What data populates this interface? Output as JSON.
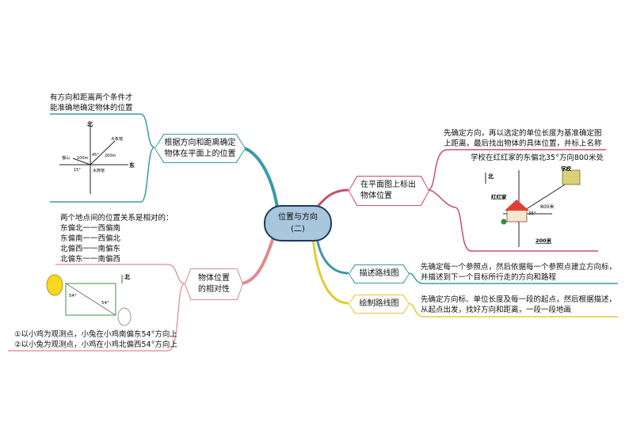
{
  "central": {
    "line1": "位置与方向",
    "line2": "(二)"
  },
  "branches": [
    {
      "label_l1": "根据方向和距离确定",
      "label_l2": "物体在平面上的位置",
      "note_l1": "有方向和距离两个条件才",
      "note_l2": "能准确地确定物体的位置",
      "diagram": {
        "north": "北",
        "east": "东",
        "place_a": "大象馆",
        "place_b": "猴山",
        "origin": "水族馆",
        "dist_a": "200m",
        "dist_b": "100m",
        "angle_a": "45°",
        "angle_b": "15°"
      }
    },
    {
      "label_l1": "在平面图上标出",
      "label_l2": "物体位置",
      "note_l1": "先确定方向，再以选定的单位长度为基准确定图",
      "note_l2": "上距离，最后找出物体的具体位置，并标上名称",
      "example": "学校在红红家的东偏北35°方向800米处",
      "diagram": {
        "north": "北",
        "school": "学校",
        "home": "红红家",
        "distance": "800米",
        "angle": "35°",
        "scale": "200米"
      }
    },
    {
      "label": "描述路线图",
      "note_l1": "先确定每一个参照点，然后依据每一个参照点建立方向标，",
      "note_l2": "并描述到下一个目标所行走的方向和路程"
    },
    {
      "label": "绘制路线图",
      "note_l1": "先确定方向标、单位长度及每一段的起点，然后根据描述，",
      "note_l2": "从起点出发，找好方向和距离，一段一段地画"
    },
    {
      "label_l1": "物体位置",
      "label_l2": "的相对性",
      "note_lines": [
        "两个地点间的位置关系是相对的：",
        "东偏北一一西偏南",
        "东偏南一一西偏北",
        "北偏西一一南偏东",
        "北偏东一一南偏西"
      ],
      "diagram": {
        "north": "北",
        "angle1": "54°",
        "angle2": "54°"
      },
      "conclusions": [
        "①以小鸡为观测点，小兔在小鸡南偏东54°方向上",
        "②以小兔为观测点，小鸡在小鸡北偏西54°方向上"
      ]
    }
  ],
  "colors": {
    "teal": "#3a9aa8",
    "red": "#c5506b",
    "yellow": "#e8c832",
    "salmon": "#e28a8c",
    "center_fill": "#a9c7dc",
    "center_stroke": "#1e3a5f"
  }
}
